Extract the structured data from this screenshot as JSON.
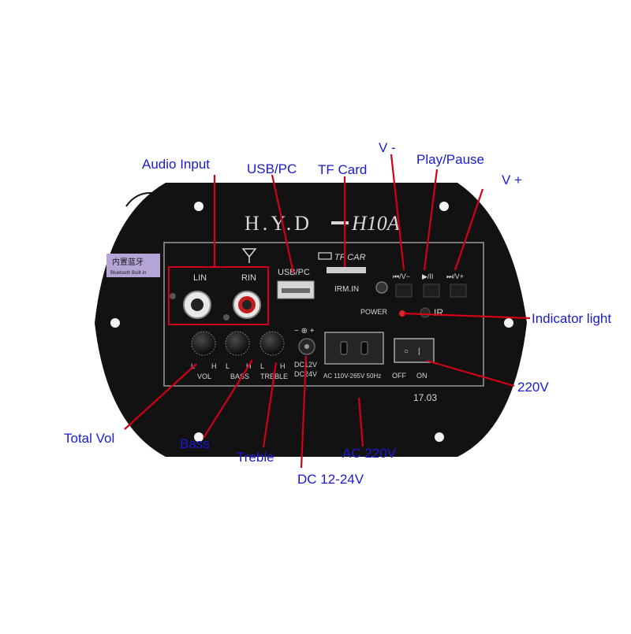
{
  "board": {
    "model": "H.Y.D",
    "model_suffix": "H10A",
    "bluetooth_sticker": "内置蓝牙",
    "bluetooth_sticker_sub": "Bluetooth Built-in",
    "lin_label": "LIN",
    "rin_label": "RIN",
    "usb_label": "USB/PC",
    "tf_label": "TF CAR",
    "irm_label": "IRM.IN",
    "prev_label": "⏮/V−",
    "play_label": "▶/II",
    "next_label": "⏭/V+",
    "power_label": "POWER",
    "ir_label": "IR",
    "vol_label": "VOL",
    "bass_label": "BASS",
    "treble_label": "TREBLE",
    "knob_low": "L",
    "knob_high": "H",
    "dc_polarity": "− ⊕ +",
    "dc_line1": "DC12V",
    "dc_line2": "DC24V",
    "ac_label": "AC 110V-265V 50Hz",
    "off_label": "OFF",
    "on_label": "ON",
    "version": "17.03"
  },
  "callouts": {
    "audio_input": "Audio Input",
    "usb_pc": "USB/PC",
    "tf_card": "TF Card",
    "v_minus": "V -",
    "play_pause": "Play/Pause",
    "v_plus": "V +",
    "indicator_light": "Indicator light",
    "v220": "220V",
    "total_vol": "Total Vol",
    "bass": "Bass",
    "treble": "Treble",
    "ac_220v": "AC 220V",
    "dc_12_24v": "DC 12-24V"
  },
  "colors": {
    "callout_text": "#1a1ad0",
    "callout_line": "#d00018",
    "plate": "#111111",
    "silkscreen": "#d8d8d8"
  }
}
